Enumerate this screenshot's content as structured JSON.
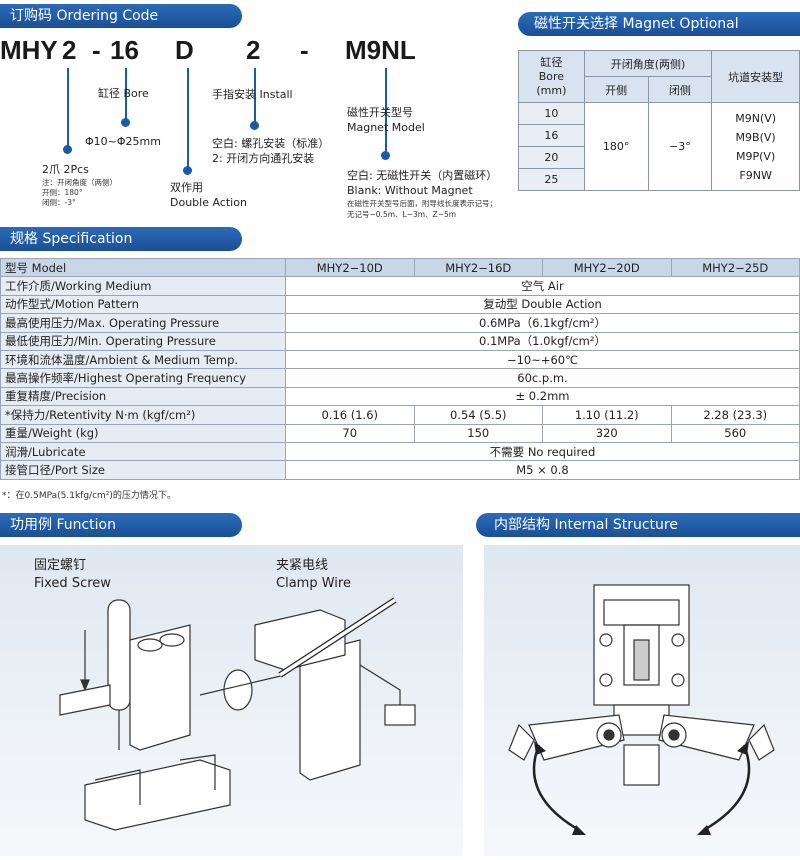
{
  "ordering": {
    "title": "订购码 Ordering Code",
    "code_parts": [
      "MHY",
      "2",
      "-",
      "16",
      "D",
      "2",
      "-",
      "M9NL"
    ],
    "jaws_cn": "2爪 2Pcs",
    "jaws_note1": "注：开闭角度（两侧）",
    "jaws_note2": "开侧：180°",
    "jaws_note3": "闭侧：-3°",
    "bore_label": "缸径 Bore",
    "bore_range": "Φ10~Φ25mm",
    "action_cn": "双作用",
    "action_en": "Double Action",
    "install_label": "手指安装 Install",
    "install_opt1": "空白: 螺孔安装（标准）",
    "install_opt2": "2: 开闭方向通孔安装",
    "magnet_cn": "磁性开关型号",
    "magnet_en": "Magnet Model",
    "magnet_blank_cn": "空白: 无磁性开关（内置磁环）",
    "magnet_blank_en": "Blank: Without Magnet",
    "magnet_note1": "在磁性开关型号后面，附导线长度表示记号；",
    "magnet_note2": "无记号−0.5m、L−3m、Z−5m"
  },
  "magnet_table": {
    "title": "磁性开关选择 Magnet Optional",
    "h_bore_cn": "缸径",
    "h_bore_en": "Bore",
    "h_bore_unit": "(mm)",
    "h_angle": "开闭角度(两侧)",
    "h_open": "开侧",
    "h_close": "闭侧",
    "h_groove": "坑道安装型",
    "bores": [
      "10",
      "16",
      "20",
      "25"
    ],
    "open_val": "180°",
    "close_val": "−3°",
    "models": [
      "M9N(V)",
      "M9B(V)",
      "M9P(V)",
      "F9NW"
    ]
  },
  "spec": {
    "title": "规格 Specification",
    "header_label": "型号 Model",
    "models": [
      "MHY2−10D",
      "MHY2−16D",
      "MHY2−20D",
      "MHY2−25D"
    ],
    "rows": [
      {
        "k": "工作介质/Working Medium",
        "v": "空气 Air"
      },
      {
        "k": "动作型式/Motion Pattern",
        "v": "复动型 Double Action"
      },
      {
        "k": "最高使用压力/Max. Operating Pressure",
        "v": "0.6MPa（6.1kgf/cm²）"
      },
      {
        "k": "最低使用压力/Min. Operating Pressure",
        "v": "0.1MPa（1.0kgf/cm²）"
      },
      {
        "k": "环境和流体温度/Ambient & Medium Temp.",
        "v": "−10~+60℃"
      },
      {
        "k": "最高操作频率/Highest Operating Frequency",
        "v": "60c.p.m."
      },
      {
        "k": "重复精度/Precision",
        "v": "± 0.2mm"
      }
    ],
    "retentivity_label": "*保持力/Retentivity  N·m (kgf/cm²)",
    "retentivity": [
      "0.16 (1.6)",
      "0.54 (5.5)",
      "1.10 (11.2)",
      "2.28 (23.3)"
    ],
    "weight_label": "重量/Weight  (kg)",
    "weight": [
      "70",
      "150",
      "320",
      "560"
    ],
    "lubricate_label": "润滑/Lubricate",
    "lubricate": "不需要 No required",
    "port_label": "接管口径/Port Size",
    "port": "M5 × 0.8",
    "footnote": "*：在0.5MPa(5.1kfg/cm²)的压力情况下。"
  },
  "function": {
    "title": "功用例 Function",
    "fixed_cn": "固定螺钉",
    "fixed_en": "Fixed Screw",
    "clamp_cn": "夹紧电线",
    "clamp_en": "Clamp Wire"
  },
  "internal": {
    "title": "内部结构 Internal Structure"
  },
  "colors": {
    "accent": "#1a5aa6",
    "header_fill": "#c9d6e6",
    "panel_fill": "#e6ecf4"
  }
}
